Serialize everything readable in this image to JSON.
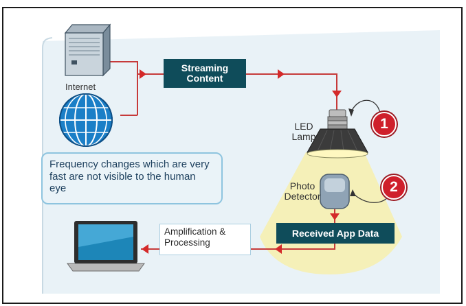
{
  "caption": "",
  "labels": {
    "internet": "Internet",
    "streaming": "Streaming Content",
    "led_lamp": "LED Lamp",
    "photo_detector": "Photo Detector",
    "received_app_data": "Received App Data",
    "amplification": "Amplification & Processing",
    "note": "Frequency changes which are very fast are not visible to the human eye",
    "badge_one": "1",
    "badge_two": "2"
  },
  "colors": {
    "navy_box": "#0f4c5a",
    "light_cone": "#f5f0b8",
    "arrow_red": "#d42a2a",
    "badge_red": "#cf1f2b",
    "note_border": "#8ec4df"
  },
  "icons": [
    "server-icon",
    "globe-icon",
    "led-lamp-icon",
    "photo-detector-icon",
    "laptop-icon"
  ]
}
